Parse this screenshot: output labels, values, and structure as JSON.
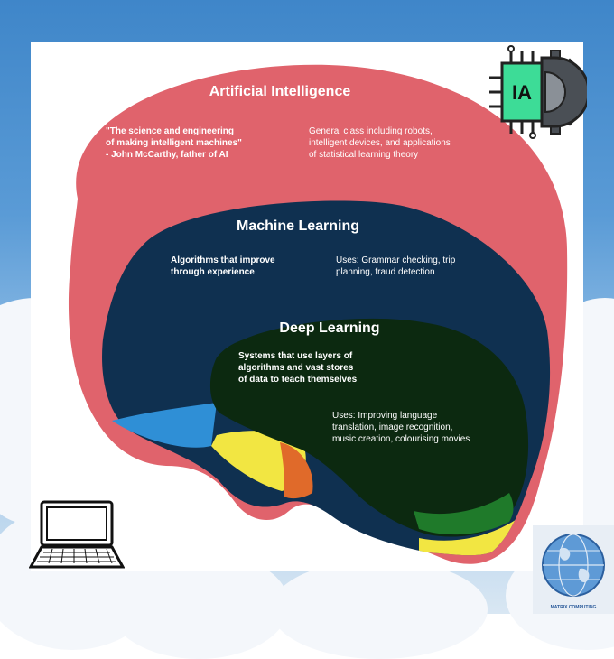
{
  "diagram": {
    "ai": {
      "title": "Artificial Intelligence",
      "quote_lines": [
        "\"The science and engineering",
        "of making intelligent machines\"",
        "- John McCarthy, father of AI"
      ],
      "general_lines": [
        "General class including robots,",
        "intelligent devices, and applications",
        "of statistical learning theory"
      ],
      "color": "#e0636c"
    },
    "ml": {
      "title": "Machine Learning",
      "algo_lines": [
        "Algorithms that improve",
        "through experience"
      ],
      "uses_lines": [
        "Uses: Grammar checking, trip",
        "planning, fraud detection"
      ],
      "color": "#0f3050"
    },
    "dl": {
      "title": "Deep Learning",
      "systems_lines": [
        "Systems that use layers of",
        "algorithms and vast stores",
        "of data to teach themselves"
      ],
      "uses_lines": [
        "Uses: Improving language",
        "translation, image recognition,",
        "music creation, colourising movies"
      ],
      "color": "#0c2910"
    },
    "accent_colors": {
      "blue": "#2f8fd6",
      "yellow": "#f2e642",
      "orange": "#e06a2a",
      "green": "#1f7a2a"
    }
  },
  "logo": {
    "text": "IA",
    "icon": "ai-chip-gear-icon",
    "chip_color": "#3ddc97"
  },
  "laptop": {
    "icon": "laptop-icon"
  },
  "globe": {
    "icon": "globe-icon",
    "caption": "MATRIX COMPUTING"
  }
}
